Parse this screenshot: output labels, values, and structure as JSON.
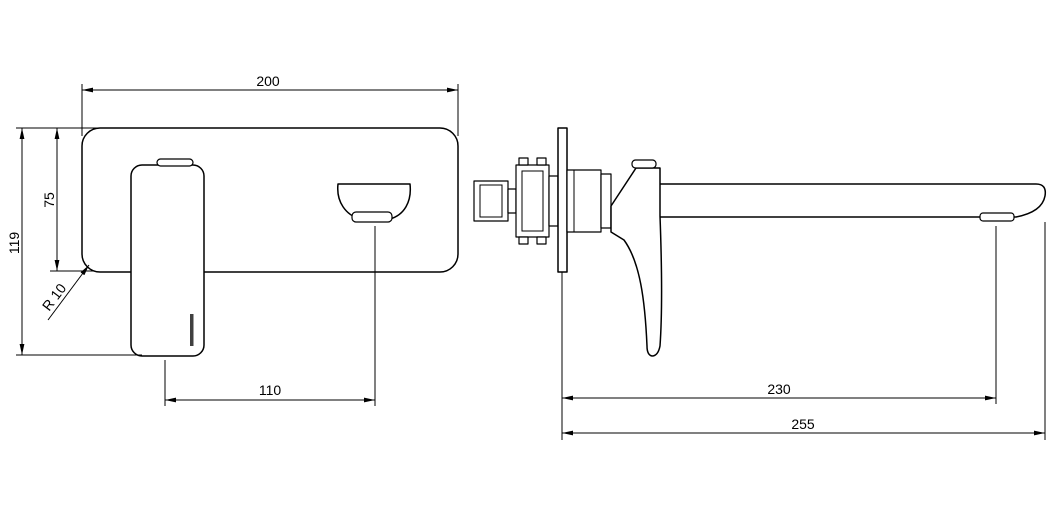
{
  "colors": {
    "line": "#000000",
    "background": "#ffffff"
  },
  "front_view": {
    "width": "200",
    "plate_height": "75",
    "overall_height": "119",
    "corner_radius": "R 10",
    "handle_to_outlet": "110"
  },
  "side_view": {
    "projection_to_aerator": "230",
    "overall_projection": "255"
  }
}
